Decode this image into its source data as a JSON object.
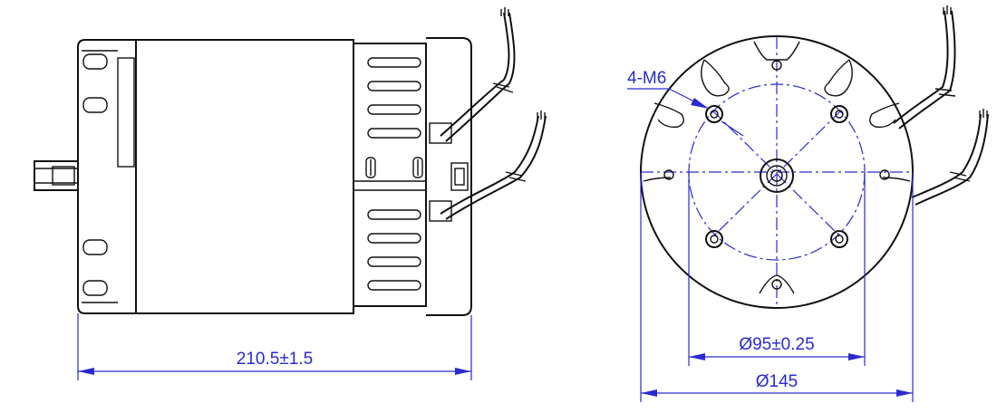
{
  "side_view": {
    "length_dimension": "210.5±1.5"
  },
  "front_view": {
    "hole_callout": "4-M6",
    "bolt_circle_dimension": "Ø95±0.25",
    "outer_diameter_dimension": "Ø145"
  },
  "colors": {
    "outline": "#111111",
    "dimension": "#2a2ad0"
  }
}
